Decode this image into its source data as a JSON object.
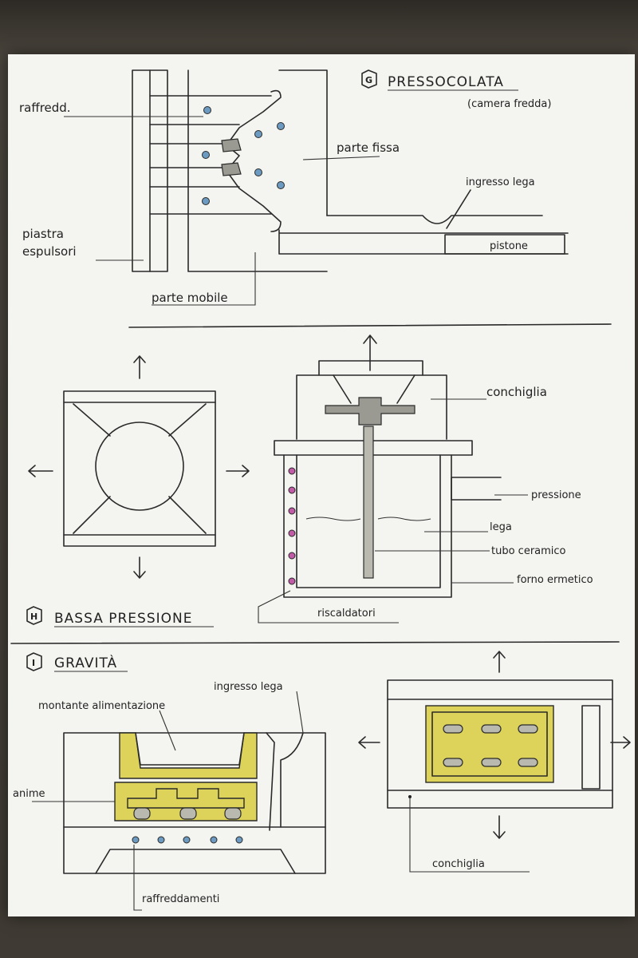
{
  "sections": {
    "g": {
      "badge": "G",
      "title": "PRESSOCOLATA",
      "subtitle": "(camera fredda)",
      "labels": {
        "raffredd": "raffredd.",
        "parte_fissa": "parte fissa",
        "ingresso_lega": "ingresso lega",
        "pistone": "pistone",
        "piastra": "piastra",
        "espulsori": "espulsori",
        "parte_mobile": "parte mobile"
      }
    },
    "h": {
      "badge": "H",
      "title": "BASSA PRESSIONE",
      "labels": {
        "conchiglia": "conchiglia",
        "pressione": "pressione",
        "lega": "lega",
        "tubo_ceramico": "tubo ceramico",
        "forno_ermetico": "forno ermetico",
        "riscaldatori": "riscaldatori"
      }
    },
    "i": {
      "badge": "I",
      "title": "GRAVITÀ",
      "labels": {
        "ingresso_lega": "ingresso lega",
        "montante": "montante alimentazione",
        "anime": "anime",
        "raffreddamenti": "raffreddamenti",
        "conchiglia": "conchiglia"
      }
    }
  },
  "colors": {
    "paper": "#f4f5f0",
    "cooling_channel": "#6c9ac0",
    "heater": "#c25aa8",
    "sand_core": "#ddd35a",
    "metal": "#9a9a92"
  }
}
